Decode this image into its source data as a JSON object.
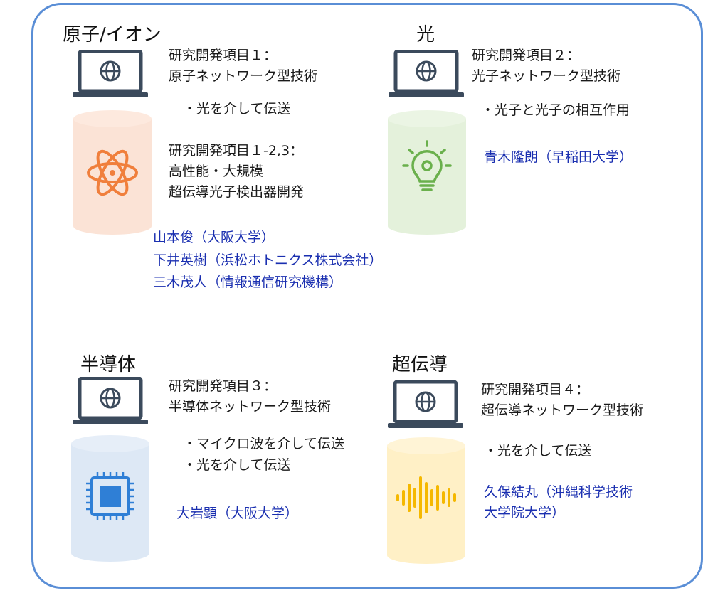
{
  "quadrants": {
    "atom": {
      "title": "原子/イオン",
      "item_line1": "研究開発項目１：",
      "item_line2": "原子ネットワーク型技術",
      "bullet1": "・光を介して伝送",
      "sub_line1": "研究開発項目１-2,3：",
      "sub_line2": "高性能・大規模",
      "sub_line3": "超伝導光子検出器開発",
      "researcher1": "山本俊（大阪大学）",
      "researcher2": "下井英樹（浜松ホトニクス株式会社）",
      "researcher3": "三木茂人（情報通信研究機構）",
      "cylinder_color": "#fbe3d6",
      "icon": "atom-icon"
    },
    "light": {
      "title": "光",
      "item_line1": "研究開発項目２：",
      "item_line2": "光子ネットワーク型技術",
      "bullet1": "・光子と光子の相互作用",
      "researcher1": "青木隆朗（早稲田大学）",
      "cylinder_color": "#e4f1db",
      "icon": "lightbulb-gear-icon"
    },
    "semiconductor": {
      "title": "半導体",
      "item_line1": "研究開発項目３：",
      "item_line2": "半導体ネットワーク型技術",
      "bullet1": "・マイクロ波を介して伝送",
      "bullet2": "・光を介して伝送",
      "researcher1": "大岩顕（大阪大学）",
      "cylinder_color": "#dde8f5",
      "icon": "chip-icon"
    },
    "superconductor": {
      "title": "超伝導",
      "item_line1": "研究開発項目４：",
      "item_line2": "超伝導ネットワーク型技術",
      "bullet1": "・光を介して伝送",
      "researcher1": "久保結丸（沖縄科学技術",
      "researcher2": "大学院大学）",
      "cylinder_color": "#fff0c6",
      "icon": "waveform-icon"
    }
  },
  "colors": {
    "frame": "#5a8ed6",
    "laptop": "#3b4a5c",
    "researcher_text": "#1a2fb0"
  }
}
